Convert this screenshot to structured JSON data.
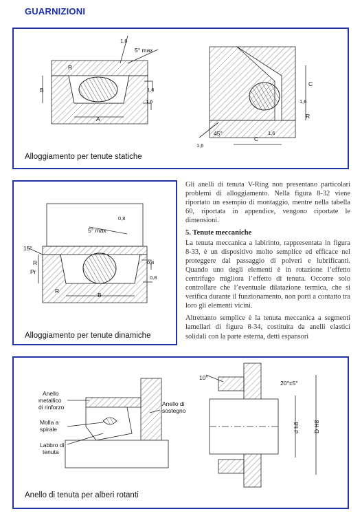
{
  "header": {
    "title": "GUARNIZIONI"
  },
  "panel1": {
    "caption": "Alloggiamento per tenute statiche",
    "labels": {
      "r": "R",
      "b": "B",
      "a": "A",
      "c": "C",
      "r16": "1,6",
      "angle5": "5° max",
      "angle45": "45°"
    }
  },
  "panel2": {
    "caption": "Alloggiamento per tenute dinamiche",
    "labels": {
      "r": "R",
      "b": "B",
      "pr": "Pr",
      "angle15": "15°",
      "angle5": "5° max",
      "v08": "0,8",
      "v04": "0,4"
    }
  },
  "panel3": {
    "caption": "Anello di tenuta per alberi rotanti",
    "labels": {
      "anello_metallico": [
        "Anello",
        "metallico",
        "di rinforzo"
      ],
      "molla": [
        "Molla a",
        "spirale"
      ],
      "labbro": [
        "Labbro di",
        "tenuta"
      ],
      "anello_sostegno": [
        "Anello di",
        "sostegno"
      ],
      "angle10": "10°",
      "angle20": "20°±5°",
      "dh8": "d h8",
      "dH8": "D H8"
    }
  },
  "text": {
    "para1": "Gli anelli di tenuta V-Ring non presentano particolari problemi di alloggiamento. Nella figura 8-32 viene riportato un esempio di montaggio, mentre nella tabella 60, riportata in appendice, vengono riportate le dimensioni.",
    "heading": "5. Tenute meccaniche",
    "para2": "La tenuta meccanica a labirinto, rappresentata in figura 8-33, è un dispositivo molto semplice ed efficace nel proteggere dal passaggio di polveri e lubrificanti. Quando uno degli elementi è in rotazione l’effetto centrifugo migliora l’effetto di tenuta. Occorre solo controllare che l’eventuale dilatazione termica, che si verifica durante il funzionamento, non porti a contatto tra loro gli elementi vicini.",
    "para3": "Altrettanto semplice è la tenuta meccanica a segmenti lamellari di figura 8-34, costituita da anelli elastici solidali con la parte esterna, detti espansori"
  }
}
